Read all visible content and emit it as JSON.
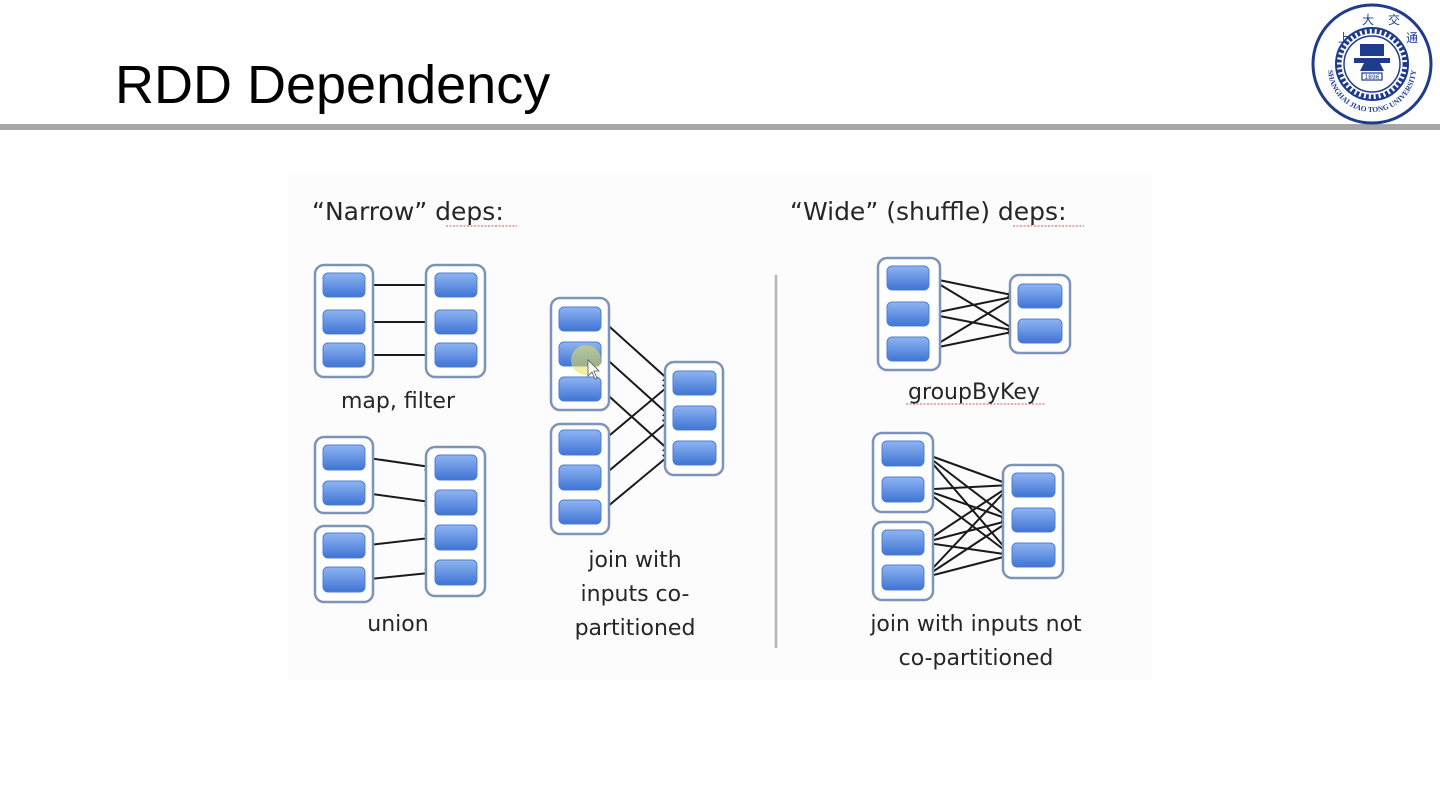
{
  "slide": {
    "title": "RDD Dependency"
  },
  "logo": {
    "name": "Shanghai Jiao Tong University",
    "ring_text": "SHANGHAI JIAO TONG UNIVERSITY",
    "year": "1896",
    "chinese_chars": [
      "交",
      "大",
      "通",
      "上"
    ],
    "color": "#1f3c8c"
  },
  "figure": {
    "narrow_heading": "“Narrow” deps:",
    "wide_heading": "“Wide” (shuffle) deps:",
    "diagrams": {
      "map_filter": {
        "label": "map, filter"
      },
      "union": {
        "label": "union"
      },
      "join_copartitioned": {
        "label_lines": [
          "join with",
          "inputs co-",
          "partitioned"
        ]
      },
      "group_by_key": {
        "label": "groupByKey"
      },
      "join_not_copartitioned": {
        "label_lines": [
          "join with inputs not",
          "co-partitioned"
        ]
      }
    },
    "colors": {
      "partition_top": "#8fb4f2",
      "partition_bottom": "#3f74d4",
      "container_border": "#7d93b8",
      "arrow": "#1a1a1a",
      "divider": "#b5b5b5",
      "spell_underline": "#d9534f"
    }
  }
}
